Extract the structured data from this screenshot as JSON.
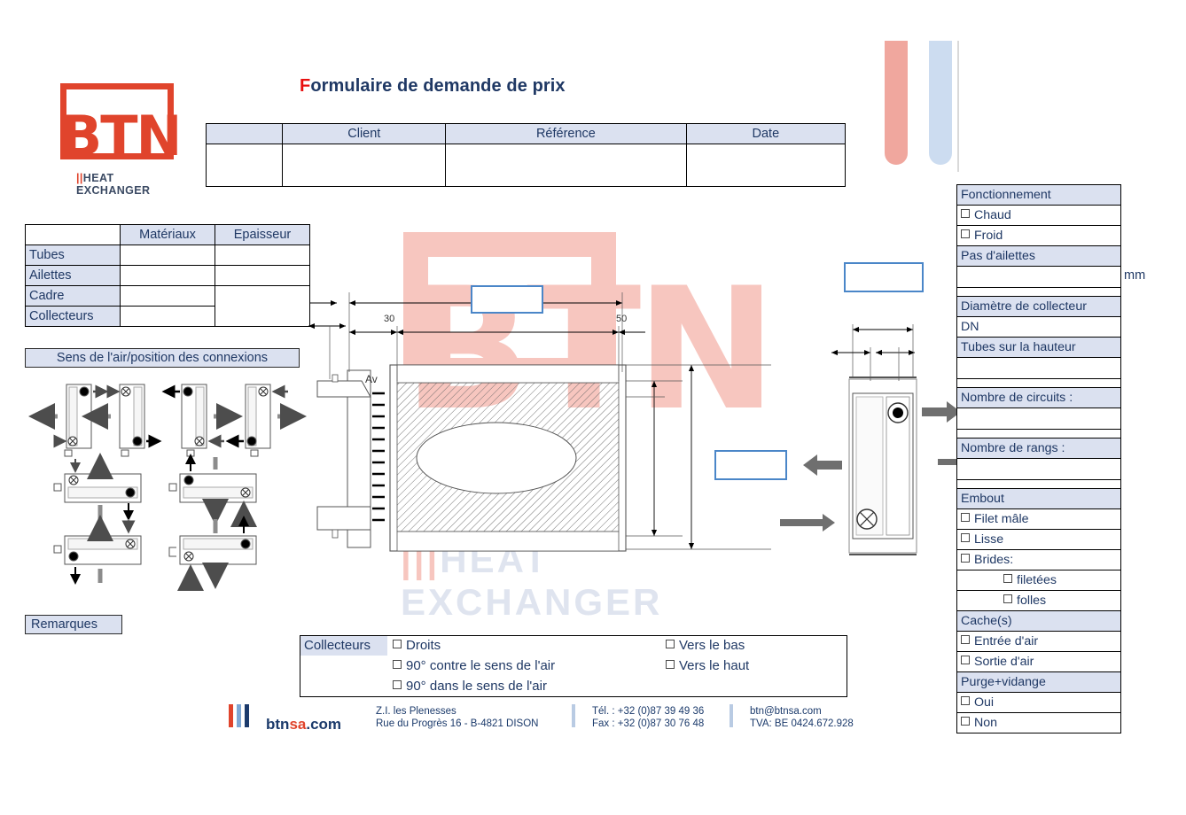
{
  "brand": {
    "logo_text": "BTN",
    "logo_tagline": "HEAT EXCHANGER",
    "watermark_text": "BTN",
    "watermark_tagline": "HEAT EXCHANGER",
    "accent_red": "#e0442c",
    "accent_blue": "#1f3864",
    "header_fill": "#dbe1f0",
    "input_border_blue": "#4a86c8",
    "watermark_pink": "#f7c6bf",
    "watermark_blue": "#dfe4ef"
  },
  "title": {
    "first_letter": "F",
    "rest": "ormulaire de demande de prix"
  },
  "header_table": {
    "columns": [
      "Client",
      "Référence",
      "Date"
    ],
    "values": [
      "",
      "",
      ""
    ]
  },
  "materials_table": {
    "column_headers": [
      "Matériaux",
      "Epaisseur"
    ],
    "rows": [
      {
        "label": "Tubes",
        "materiaux": "",
        "epaisseur": ""
      },
      {
        "label": "Ailettes",
        "materiaux": "",
        "epaisseur": ""
      },
      {
        "label": "Cadre",
        "materiaux": "",
        "epaisseur": ""
      },
      {
        "label": "Collecteurs",
        "materiaux": "",
        "epaisseur": ""
      }
    ]
  },
  "airflow_banner": "Sens de l'air/position des connexions",
  "remarks_label": "Remarques",
  "drawing": {
    "dim_left": "30",
    "dim_right": "50",
    "front_label": "Av",
    "width_value": "",
    "height_value": "",
    "depth_value": ""
  },
  "right_panel": {
    "sections": [
      {
        "type": "section",
        "label": "Fonctionnement"
      },
      {
        "type": "checkbox",
        "label": "Chaud"
      },
      {
        "type": "checkbox",
        "label": "Froid"
      },
      {
        "type": "section",
        "label": "Pas d'ailettes"
      },
      {
        "type": "input",
        "label": "",
        "unit": "mm"
      },
      {
        "type": "section",
        "label": "Diamètre de collecteur"
      },
      {
        "type": "input_label",
        "label": "DN"
      },
      {
        "type": "section",
        "label": "Tubes sur la hauteur"
      },
      {
        "type": "input",
        "label": ""
      },
      {
        "type": "section",
        "label": "Nombre de circuits :"
      },
      {
        "type": "input",
        "label": ""
      },
      {
        "type": "section",
        "label": "Nombre de rangs :"
      },
      {
        "type": "input",
        "label": ""
      },
      {
        "type": "section",
        "label": "Embout"
      },
      {
        "type": "checkbox",
        "label": "Filet mâle"
      },
      {
        "type": "checkbox",
        "label": "Lisse"
      },
      {
        "type": "checkbox",
        "label": "Brides:"
      },
      {
        "type": "checkbox_indent",
        "label": "filetées"
      },
      {
        "type": "checkbox_indent",
        "label": "folles"
      },
      {
        "type": "section",
        "label": "Cache(s)"
      },
      {
        "type": "checkbox",
        "label": "Entrée d'air"
      },
      {
        "type": "checkbox",
        "label": "Sortie d'air"
      },
      {
        "type": "section",
        "label": "Purge+vidange"
      },
      {
        "type": "checkbox",
        "label": "Oui"
      },
      {
        "type": "checkbox",
        "label": "Non"
      }
    ],
    "unit_mm": "mm"
  },
  "collecteurs_box": {
    "label": "Collecteurs",
    "left_options": [
      "Droits",
      "90° contre le sens de l'air",
      "90° dans le sens de l'air"
    ],
    "right_options": [
      "Vers le bas",
      "Vers le haut"
    ]
  },
  "footer": {
    "site_prefix": "btn",
    "site_accent": "sa",
    "site_suffix": ".com",
    "address_line1": "Z.I. les Plenesses",
    "address_line2": "Rue du Progrès 16 - B-4821 DISON",
    "tel": "Tél. : +32 (0)87 39 49 36",
    "fax": "Fax : +32 (0)87 30 76 48",
    "email": "btn@btnsa.com",
    "tva": "TVA: BE 0424.672.928"
  }
}
